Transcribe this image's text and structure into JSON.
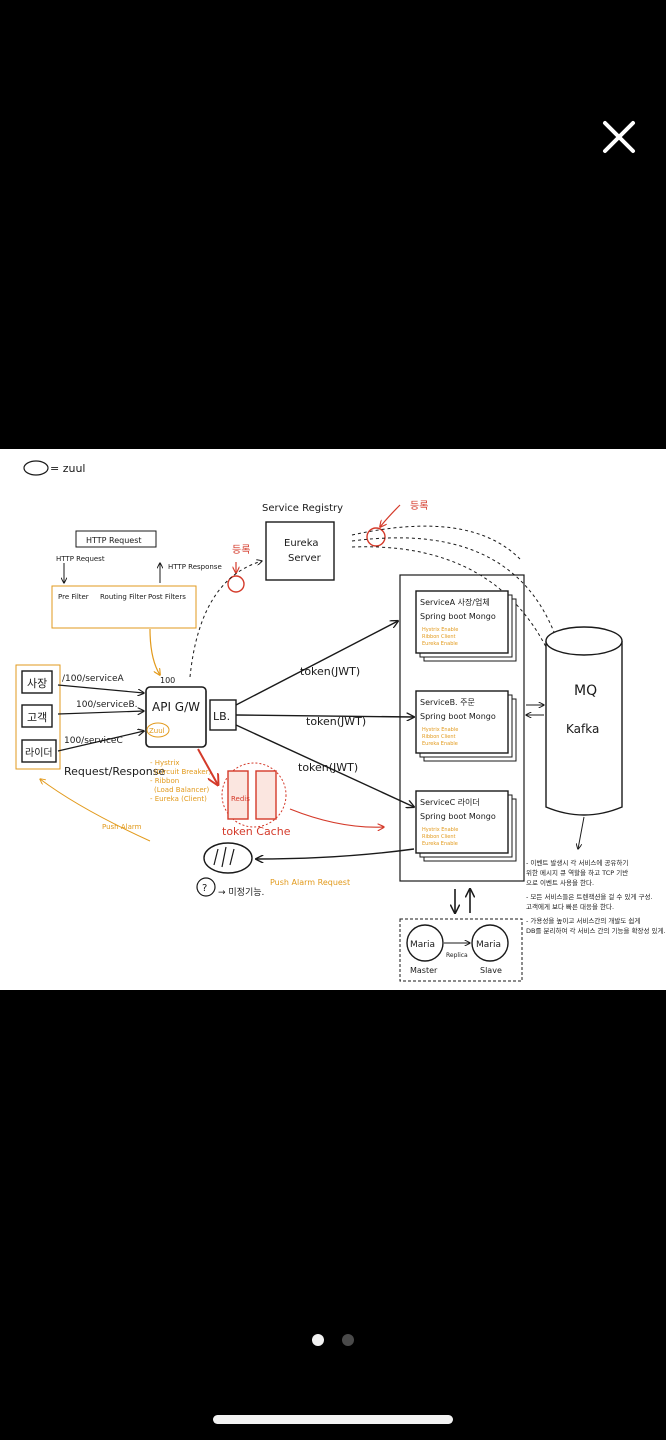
{
  "viewer": {
    "close_icon": "close-icon",
    "pager": {
      "total": 2,
      "current": 1
    }
  },
  "colors": {
    "background": "#000000",
    "ink": "#1a1a1a",
    "red": "#d43a2a",
    "orange": "#e29a1c"
  },
  "diagram": {
    "legend_note": "= zuul",
    "service_registry_label": "Service Registry",
    "eureka_server": [
      "Eureka",
      "Server"
    ],
    "register_label_left": "등록",
    "register_label_right": "등록",
    "http_request": "HTTP Request",
    "http_request_small": "HTTP Request",
    "http_response": "HTTP Response",
    "pre_filter": "Pre Filter",
    "routing_filter": "Routing Filter",
    "post_filters": "Post Filters",
    "clients": [
      "사장",
      "고객",
      "라이더"
    ],
    "route_a": "/100/serviceA",
    "route_b": "100/serviceB.",
    "route_c": "100/serviceC",
    "request_response": "Request/Response",
    "gateway_port": "100",
    "api_gw": "API G/W",
    "gateway_badge": "Zuul",
    "lb": "LB.",
    "gateway_notes": [
      "- Hystrix",
      "(Circuit Breaker)",
      "- Ribbon",
      "(Load Balancer)",
      "- Eureka (Client)"
    ],
    "token_a": "token(JWT)",
    "token_b": "token(JWT)",
    "token_c": "token(JWT)",
    "token_cache": "token Cache",
    "redis_label": "Redis",
    "push_alarm": "Push Alarm",
    "push_alarm_request": "Push Alarm Request",
    "question_note": "?",
    "undecided_note": "→ 미정기능.",
    "service_a_title": "ServiceA 사장/업체",
    "service_b_title": "ServiceB. 주문",
    "service_c_title": "ServiceC 라이더",
    "spring_stack": "Spring boot  Mongo",
    "service_lib_1": "Hystrix Enable",
    "service_lib_2": "Ribbon Client",
    "service_lib_3": "Eureka Enable",
    "mq_title": "MQ",
    "mq_subtitle": "Kafka",
    "db_master": "Maria",
    "db_master_role": "Master",
    "db_slave": "Maria",
    "db_slave_role": "Slave",
    "replica": "Replica",
    "notes": [
      "- 이벤트 발생시 각 서비스에 공유하기",
      "  위한 메시지 큐 역할을 하고 TCP 기반",
      "  으로 이벤트 사용을 한다.",
      "- 모든 서비스들은 트렌잭션을 걸 수 있게 구성.",
      "  고객에게 보다 빠른 대응을 한다.",
      "- 가용성을 높이고 서비스간의 개발도 쉽게",
      "  DB를 분리하여 각 서비스 간의 기능을 확장성 있게."
    ]
  }
}
